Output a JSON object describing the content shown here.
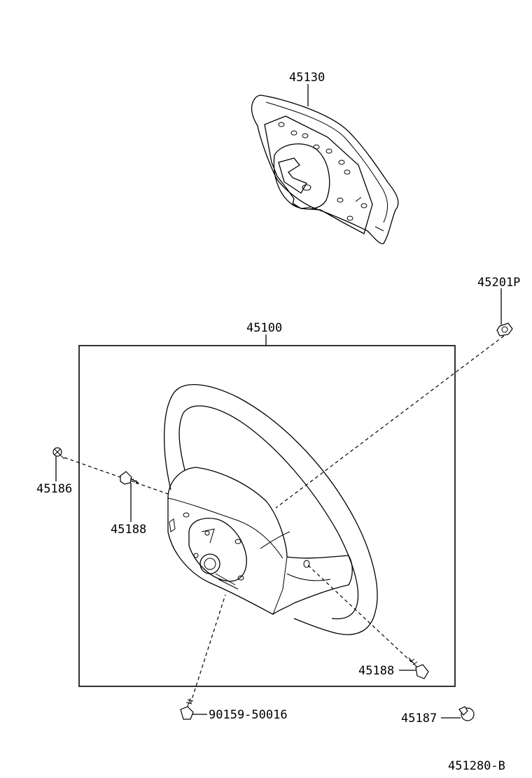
{
  "parts": {
    "airbag_cover": "45130",
    "steering_wheel": "45100",
    "nut_45201p": "45201P",
    "screw_45186": "45186",
    "bolt_45188_left": "45188",
    "bolt_45188_right": "45188",
    "screw_90159": "90159-50016",
    "nut_45187": "45187"
  },
  "diagram_id": "451280-B"
}
